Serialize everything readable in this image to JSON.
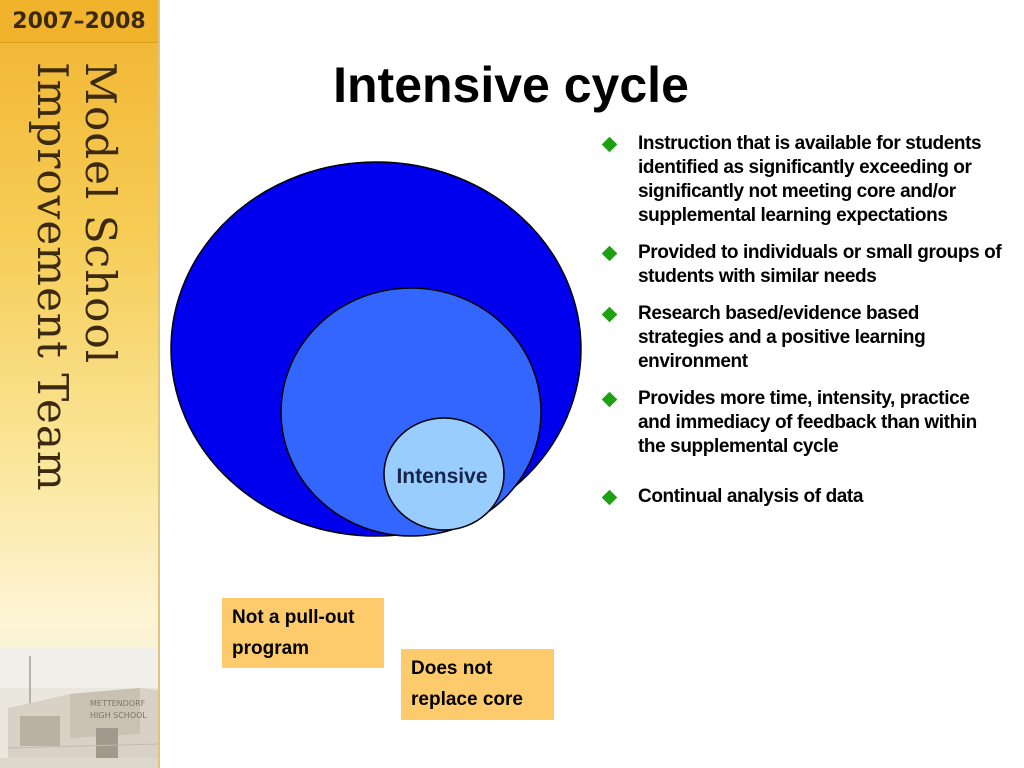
{
  "banner": {
    "year": "2007–2008",
    "title_line1": "Model School",
    "title_line2": "Improvement Team",
    "photo_sign_line1": "METTENDORF",
    "photo_sign_line2": "HIGH SCHOOL"
  },
  "slide": {
    "title": "Intensive cycle"
  },
  "diagram": {
    "inner_label": "Intensive",
    "colors": {
      "outer": "#0000ee",
      "middle": "#3366ff",
      "inner": "#99ccff"
    }
  },
  "bullets": [
    "Instruction that is available for students identified as significantly exceeding or significantly not meeting core and/or supplemental learning expectations",
    "Provided to individuals or small groups of students with similar needs",
    "Research based/evidence based strategies and a positive learning environment",
    "Provides more time, intensity, practice and immediacy of feedback than within the supplemental cycle",
    "Continual analysis of data"
  ],
  "notes": {
    "not_pullout": "Not a pull-out program",
    "not_replace": "Does not replace core"
  },
  "colors": {
    "bullet": "#1ea013",
    "note_bg": "#fdcb6c",
    "banner_gold": "#f0b32b"
  }
}
